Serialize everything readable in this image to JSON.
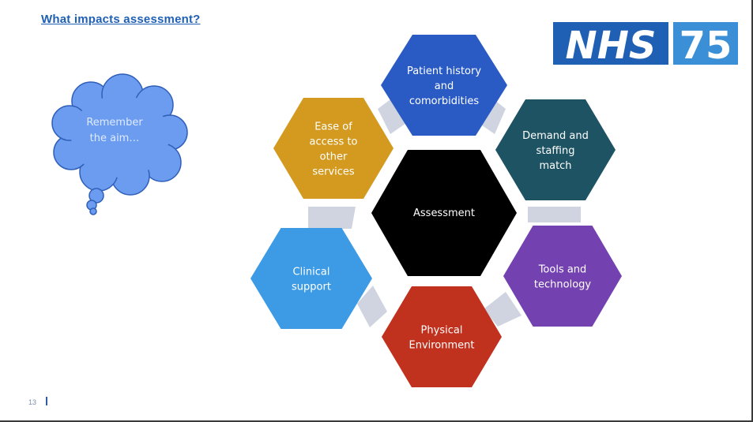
{
  "slide": {
    "title": "What impacts assessment?",
    "page_number": "13"
  },
  "logo": {
    "text": "NHS",
    "number": "75",
    "brand_color": "#1f5fb4"
  },
  "thought_cloud": {
    "line1": "Remember",
    "line2": "the aim…",
    "color": "#6b9cf0"
  },
  "diagram": {
    "center": {
      "label": "Assessment",
      "color": "#000000"
    },
    "hexagons": [
      {
        "id": "patient-history",
        "lines": [
          "Patient history",
          "and",
          "comorbidities"
        ],
        "color": "#2a5bc4"
      },
      {
        "id": "demand-staffing",
        "lines": [
          "Demand and",
          "staffing",
          "match"
        ],
        "color": "#1e5364"
      },
      {
        "id": "tools-technology",
        "lines": [
          "Tools and",
          "technology"
        ],
        "color": "#7442b0"
      },
      {
        "id": "physical-environment",
        "lines": [
          "Physical",
          "Environment"
        ],
        "color": "#c0311e"
      },
      {
        "id": "clinical-support",
        "lines": [
          "Clinical",
          "support"
        ],
        "color": "#3d9be6"
      },
      {
        "id": "ease-of-access",
        "lines": [
          "Ease of",
          "access to",
          "other",
          "services"
        ],
        "color": "#d49a1f"
      }
    ],
    "connector_color": "#cfd4e0"
  }
}
